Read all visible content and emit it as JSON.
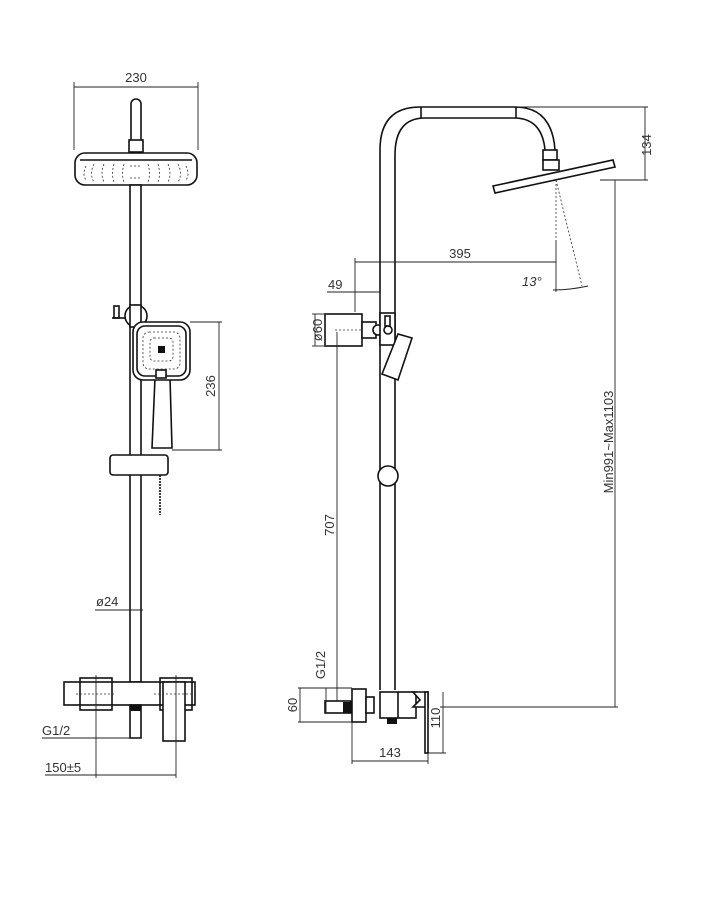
{
  "drawing": {
    "front_view": {
      "head_width": "230",
      "hand_shower_height": "236",
      "pipe_diameter": "ø24",
      "inlet_thread": "G1/2",
      "inlet_spacing": "150±5"
    },
    "side_view": {
      "arm_height": "134",
      "arm_reach": "395",
      "head_tilt": "13°",
      "bracket_offset": "49",
      "bracket_diameter": "ø60",
      "bracket_to_mixer": "707",
      "total_height": "Min991~Max1103",
      "inlet_thread": "G1/2",
      "wall_plate_size": "60",
      "mixer_height": "110",
      "mixer_depth": "143"
    }
  },
  "colors": {
    "line": "#111111",
    "background": "#ffffff"
  }
}
